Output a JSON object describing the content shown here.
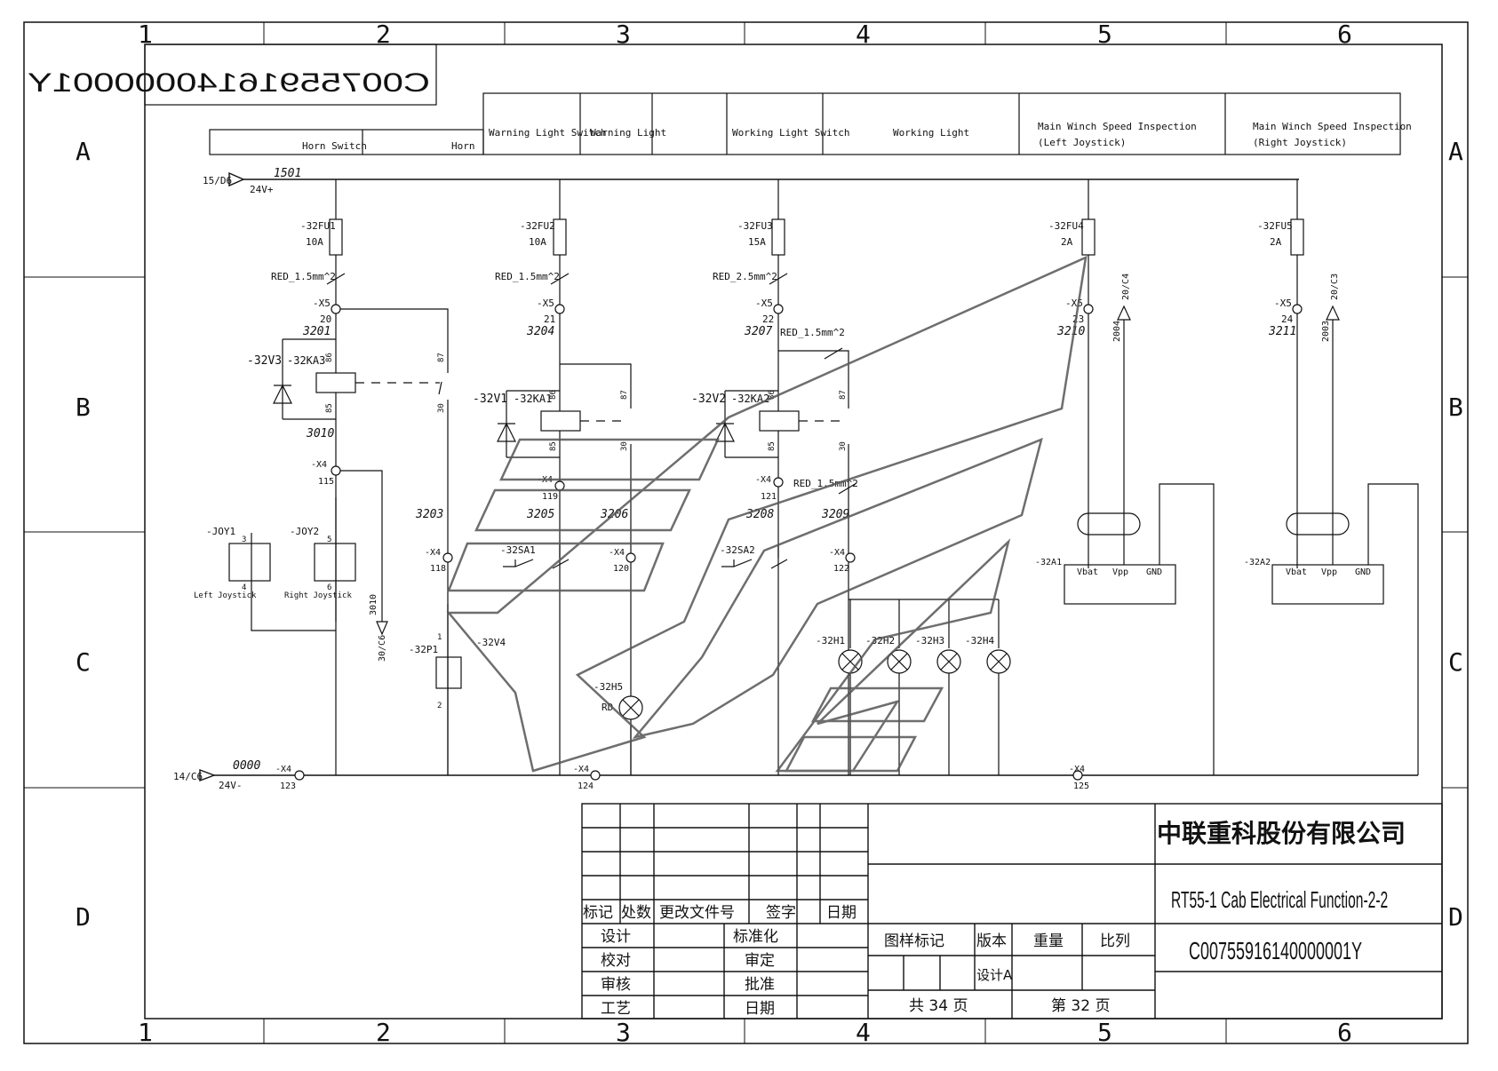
{
  "grid": {
    "columns": [
      "1",
      "2",
      "3",
      "4",
      "5",
      "6"
    ],
    "rows": [
      "A",
      "B",
      "C",
      "D"
    ]
  },
  "drawing_no_mirrored": "C00755916140000001Y",
  "headers": [
    "Horn Switch",
    "Horn",
    "Warning Light Switch",
    "Warning Light",
    "Working Light Switch",
    "Working Light",
    "Main Winch Speed Inspection",
    "(Left Joystick)",
    "Main Winch Speed Inspection",
    "(Right Joystick)"
  ],
  "supply": {
    "top_ref": "15/D6",
    "top_label": "24V+",
    "top_wire": "1501",
    "bottom_ref": "14/C6",
    "bottom_label": "24V-",
    "bottom_wire": "0000"
  },
  "fuses": [
    {
      "name": "-32FU1",
      "rating": "10A",
      "cable": "RED_1.5mm^2",
      "terminal": "-X5",
      "pin": "20",
      "wire": "3201"
    },
    {
      "name": "-32FU2",
      "rating": "10A",
      "cable": "RED_1.5mm^2",
      "terminal": "-X5",
      "pin": "21",
      "wire": "3204"
    },
    {
      "name": "-32FU3",
      "rating": "15A",
      "cable": "RED_2.5mm^2",
      "terminal": "-X5",
      "pin": "22",
      "wire": "3207"
    },
    {
      "name": "-32FU4",
      "rating": "2A",
      "cable": "",
      "terminal": "-X5",
      "pin": "23",
      "wire": "3210"
    },
    {
      "name": "-32FU5",
      "rating": "2A",
      "cable": "",
      "terminal": "-X5",
      "pin": "24",
      "wire": "3211"
    }
  ],
  "relays": [
    {
      "name": "-32KA3",
      "diode": "-32V3",
      "pins": [
        "86",
        "85",
        "87",
        "30"
      ]
    },
    {
      "name": "-32KA1",
      "diode": "-32V1",
      "pins": [
        "86",
        "85",
        "87",
        "30"
      ]
    },
    {
      "name": "-32KA2",
      "diode": "-32V2",
      "pins": [
        "86",
        "85",
        "87",
        "30"
      ]
    }
  ],
  "wires": [
    "3010",
    "3203",
    "3205",
    "3206",
    "3208",
    "3209",
    "2004",
    "2003"
  ],
  "cable_3": "RED_1.5mm^2",
  "cable_4": "RED_1.5mm^2",
  "terminals": [
    {
      "name": "-X4",
      "pin": "115"
    },
    {
      "name": "-X4",
      "pin": "118"
    },
    {
      "name": "-X4",
      "pin": "119"
    },
    {
      "name": "-X4",
      "pin": "120"
    },
    {
      "name": "-X4",
      "pin": "121"
    },
    {
      "name": "-X4",
      "pin": "122"
    },
    {
      "name": "-X4",
      "pin": "123"
    },
    {
      "name": "-X4",
      "pin": "124"
    },
    {
      "name": "-X4",
      "pin": "125"
    }
  ],
  "joysticks": [
    {
      "name": "-JOY1",
      "label": "Left Joystick",
      "pins": [
        "3",
        "4"
      ]
    },
    {
      "name": "-JOY2",
      "label": "Right Joystick",
      "pins": [
        "5",
        "6"
      ]
    }
  ],
  "ref_3010": "3010",
  "ref_30c6": "30/C6",
  "ref_20c4": "20/C4",
  "ref_20c3": "20/C3",
  "switches": [
    "-32SA1",
    "-32SA2"
  ],
  "buzzer": {
    "name": "-32P1",
    "diode": "-32V4",
    "pin_top": "1",
    "pin_bottom": "2"
  },
  "red_lamp": {
    "name": "-32H5",
    "color": "RD"
  },
  "work_lamps": [
    "-32H1",
    "-32H2",
    "-32H3",
    "-32H4"
  ],
  "sensors": [
    {
      "name": "-32A1",
      "pins": [
        "Vbat",
        "Vpp",
        "GND"
      ]
    },
    {
      "name": "-32A2",
      "pins": [
        "Vbat",
        "Vpp",
        "GND"
      ]
    }
  ],
  "title_block": {
    "company": "中联重科股份有限公司",
    "title": "RT55-1 Cab Electrical Function-2-2",
    "drawing_no": "C00755916140000001Y",
    "rev_headers": [
      "标记",
      "处数",
      "更改文件号",
      "签字",
      "日期"
    ],
    "roles_left": [
      "设计",
      "校对",
      "审核",
      "工艺"
    ],
    "roles_right": [
      "标准化",
      "审定",
      "批准",
      "日期"
    ],
    "meta_headers": [
      "图样标记",
      "版本",
      "重量",
      "比列"
    ],
    "version": "设计A",
    "total_pages": "共 34 页",
    "page": "第 32 页"
  },
  "colors": {
    "line": "#111111",
    "watermark": "#555555"
  }
}
